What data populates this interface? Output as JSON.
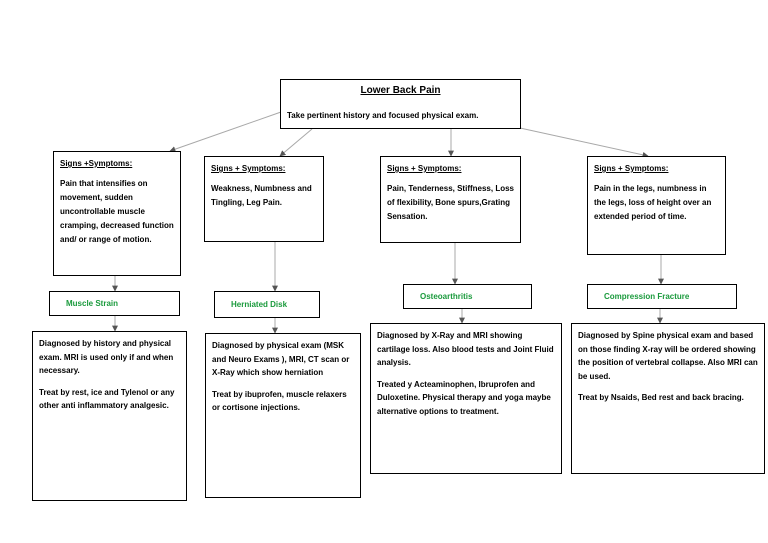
{
  "root": {
    "title": "Lower Back Pain",
    "subtitle": "Take pertinent history and focused physical exam."
  },
  "branches": [
    {
      "symptoms_heading": "Signs +Symptoms:",
      "symptoms_text": "Pain that intensifies on movement, sudden uncontrollable muscle cramping, decreased function and/ or range of motion.",
      "diagnosis": "Muscle Strain",
      "details": [
        "Diagnosed by history and physical exam. MRI is used only if and when necessary.",
        "Treat by rest, ice and Tylenol or any other anti inflammatory analgesic."
      ]
    },
    {
      "symptoms_heading": "Signs + Symptoms:",
      "symptoms_text": "Weakness, Numbness and Tingling, Leg Pain.",
      "diagnosis": "Herniated Disk",
      "details": [
        "Diagnosed by physical exam (MSK and Neuro Exams ), MRI, CT scan or X-Ray which show herniation",
        "Treat by ibuprofen, muscle relaxers or cortisone injections."
      ]
    },
    {
      "symptoms_heading": "Signs + Symptoms:",
      "symptoms_text": "Pain, Tenderness, Stiffness, Loss of flexibility, Bone spurs,Grating Sensation.",
      "diagnosis": "Osteoarthritis",
      "details": [
        "Diagnosed by X-Ray and MRI showing cartilage loss. Also blood tests and Joint Fluid analysis.",
        "Treated y Acteaminophen, Ibruprofen and Duloxetine. Physical therapy and yoga maybe alternative options to treatment."
      ]
    },
    {
      "symptoms_heading": "Signs + Symptoms:",
      "symptoms_text": "Pain in the legs, numbness in the legs, loss of height over an extended period of time.",
      "diagnosis": "Compression Fracture",
      "details": [
        "Diagnosed by Spine physical exam and based on those finding X-ray will be ordered showing the position of vertebral collapse. Also MRI can be used.",
        "Treat by Nsaids, Bed rest and back bracing."
      ]
    }
  ],
  "colors": {
    "diagnosis_text": "#1a9a3c",
    "connector": "#a8a8a8",
    "border": "#000000"
  }
}
